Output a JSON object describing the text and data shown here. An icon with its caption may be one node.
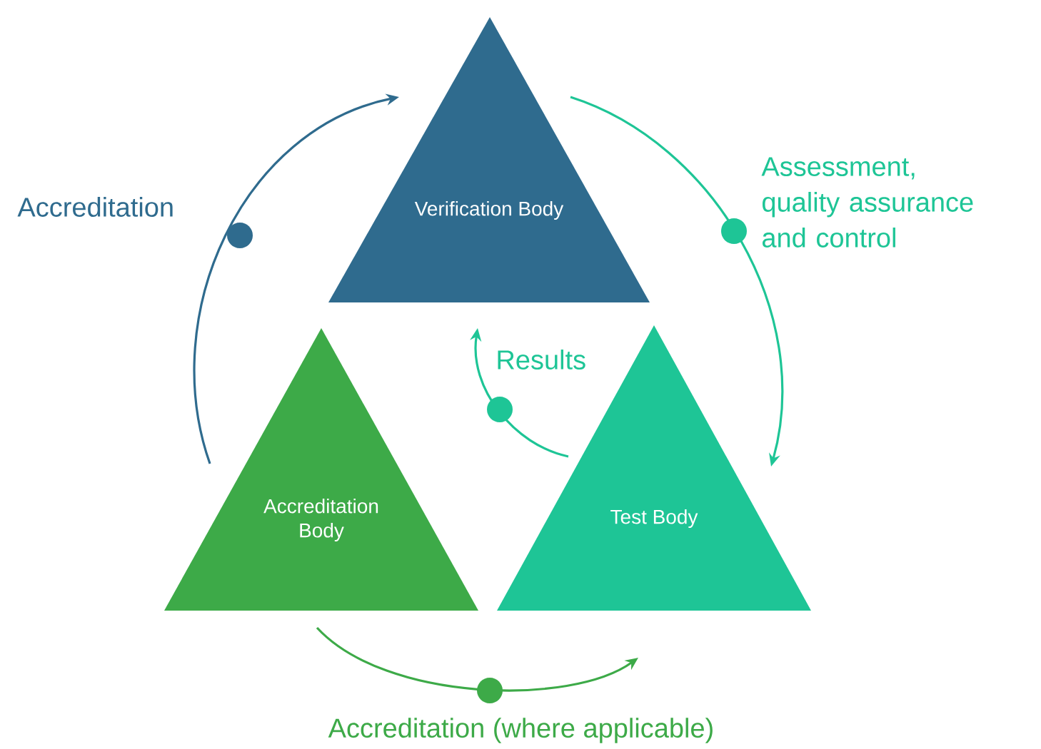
{
  "diagram": {
    "nodes": [
      {
        "text": [
          "Verification Body"
        ]
      },
      {
        "text": [
          "Accreditation Body"
        ]
      },
      {
        "text": [
          "Test Body"
        ]
      }
    ],
    "edges": [
      {
        "from": 1,
        "to": 0,
        "arrow": "to",
        "label": "Accreditation",
        "color": "#2f6b8e"
      },
      {
        "from": 0,
        "to": 2,
        "arrow": "to",
        "label": "Assessment, quality assurance and control",
        "color": "#1ec596"
      },
      {
        "from": 2,
        "to": 0,
        "arrow": "to",
        "label": "Results",
        "color": "#1ec596"
      },
      {
        "from": 1,
        "to": 2,
        "arrow": "to",
        "label": "Accreditation (where applicable)",
        "color": "#3daa48"
      }
    ]
  }
}
